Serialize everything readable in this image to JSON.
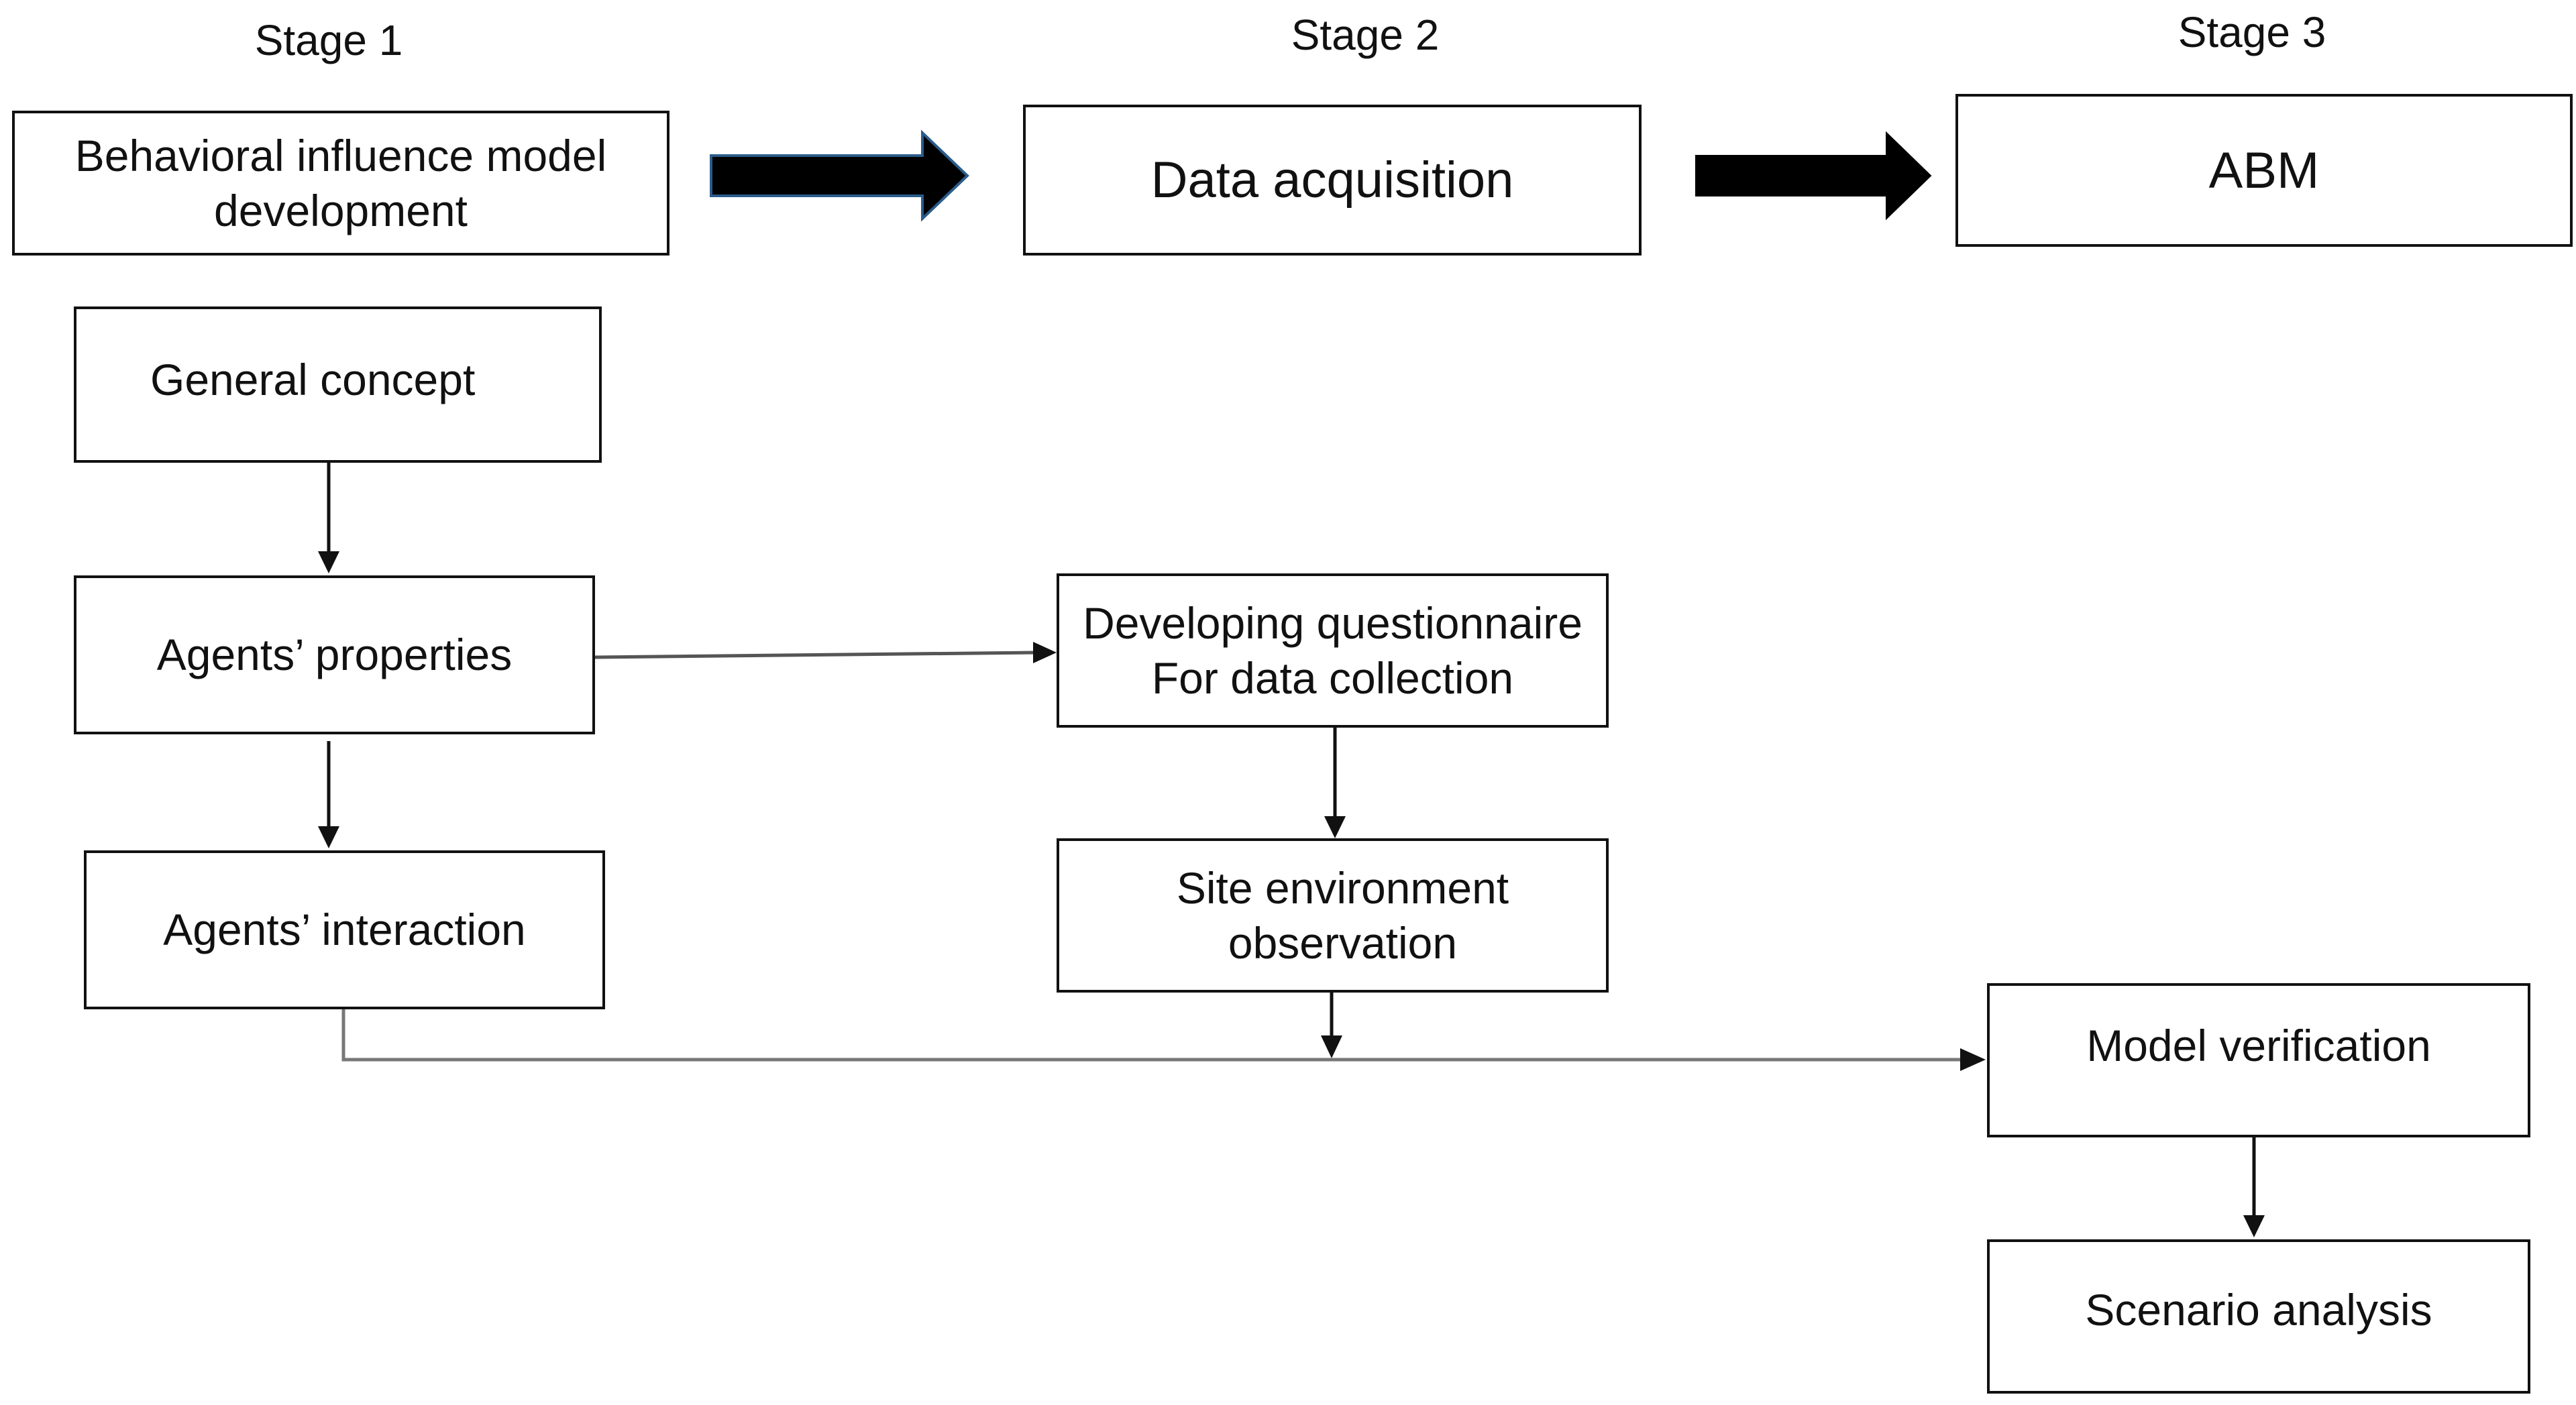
{
  "stages": [
    {
      "label": "Stage 1"
    },
    {
      "label": "Stage 2"
    },
    {
      "label": "Stage 3"
    }
  ],
  "stage_headers": {
    "stage1": "Behavioral influence model\ndevelopment",
    "stage2": "Data acquisition",
    "stage3": "ABM"
  },
  "stage1_steps": {
    "general_concept": "General concept",
    "agents_properties": "Agents’ properties",
    "agents_interaction": "Agents’ interaction"
  },
  "stage2_steps": {
    "questionnaire": "Developing questionnaire\nFor data collection",
    "site_observation": "Site environment\nobservation"
  },
  "stage3_steps": {
    "model_verification": "Model verification",
    "scenario_analysis": "Scenario analysis"
  },
  "colors": {
    "line": "#111111",
    "stage_arrow_fill": "#000000",
    "stage_arrow_edge": "#2b5c8a"
  }
}
